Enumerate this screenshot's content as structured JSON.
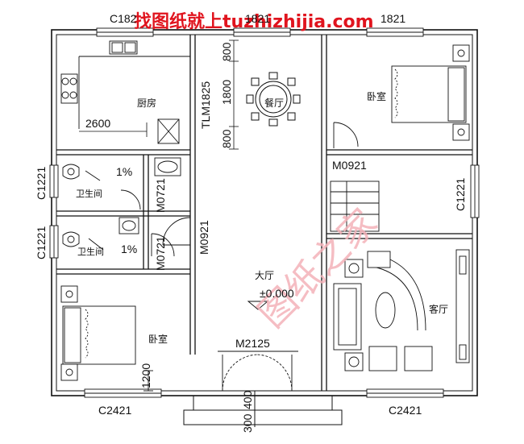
{
  "watermark": {
    "top_text": "找图纸就上tuzhizhijia.com",
    "diagonal_text": "图纸之家"
  },
  "window_labels": {
    "top_left": "C182",
    "top_center": "1821",
    "top_right": "1821",
    "left_upper": "C1221",
    "left_lower": "C1221",
    "right_middle": "C1221",
    "bottom_left": "C2421",
    "bottom_right": "C2421"
  },
  "door_labels": {
    "bath_door_1": "M0721",
    "bath_door_2": "M0721",
    "hall_door": "M0921",
    "bedroom_door": "M0921",
    "entrance_door": "M2125",
    "stair_opening": "TLM1825"
  },
  "dimensions": {
    "kitchen_width": "2600",
    "dining_top": "800",
    "dining_middle": "1800",
    "dining_bottom": "800",
    "bedroom_bottom": "1200",
    "porch_depth": "400",
    "porch_step": "300"
  },
  "rooms": {
    "kitchen": "厨房",
    "dining": "餐厅",
    "bedroom_ne": "卧室",
    "bath_1": "卫生间",
    "bath_2": "卫生间",
    "hall": "大厅",
    "living": "客厅",
    "bedroom_sw": "卧室"
  },
  "slopes": {
    "bath_1": "1%",
    "bath_2": "1%"
  },
  "elevation": "±0.000"
}
